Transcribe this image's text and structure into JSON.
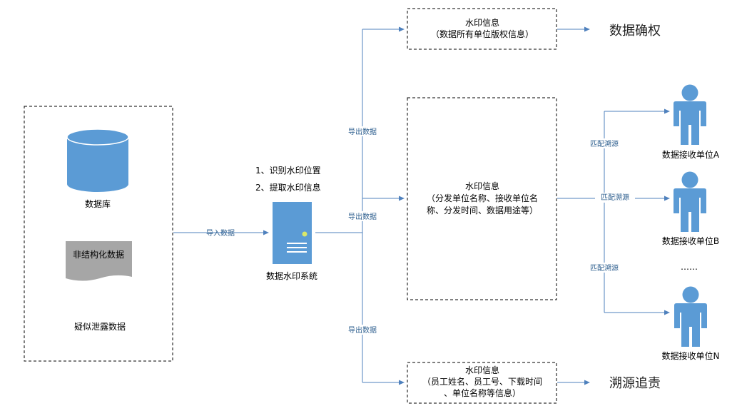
{
  "colors": {
    "accent": "#5b9bd5",
    "line": "#4f81bd",
    "label": "#2e5f8f",
    "doc": "#a6a6a6"
  },
  "source": {
    "database_label": "数据库",
    "unstructured_label": "非结构化数据",
    "suspected_label": "疑似泄露数据"
  },
  "import_label": "导入数据",
  "system": {
    "step1": "1、识别水印位置",
    "step2": "2、提取水印信息",
    "name": "数据水印系统"
  },
  "export_label": "导出数据",
  "boxes": {
    "top": {
      "title": "水印信息",
      "line1": "（数据所有单位版权信息）"
    },
    "middle": {
      "title": "水印信息",
      "line1": "（分发单位名称、接收单位名",
      "line2": "称、分发时间、数据用途等）"
    },
    "bottom": {
      "title": "水印信息",
      "line1": "（员工姓名、员工号、下载时间",
      "line2": "、单位名称等信息）"
    }
  },
  "results": {
    "top": "数据确权",
    "bottom": "溯源追责"
  },
  "match_label": "匹配溯源",
  "receivers": {
    "a": "数据接收单位A",
    "b": "数据接收单位B",
    "ellipsis": "……",
    "n": "数据接收单位N"
  }
}
